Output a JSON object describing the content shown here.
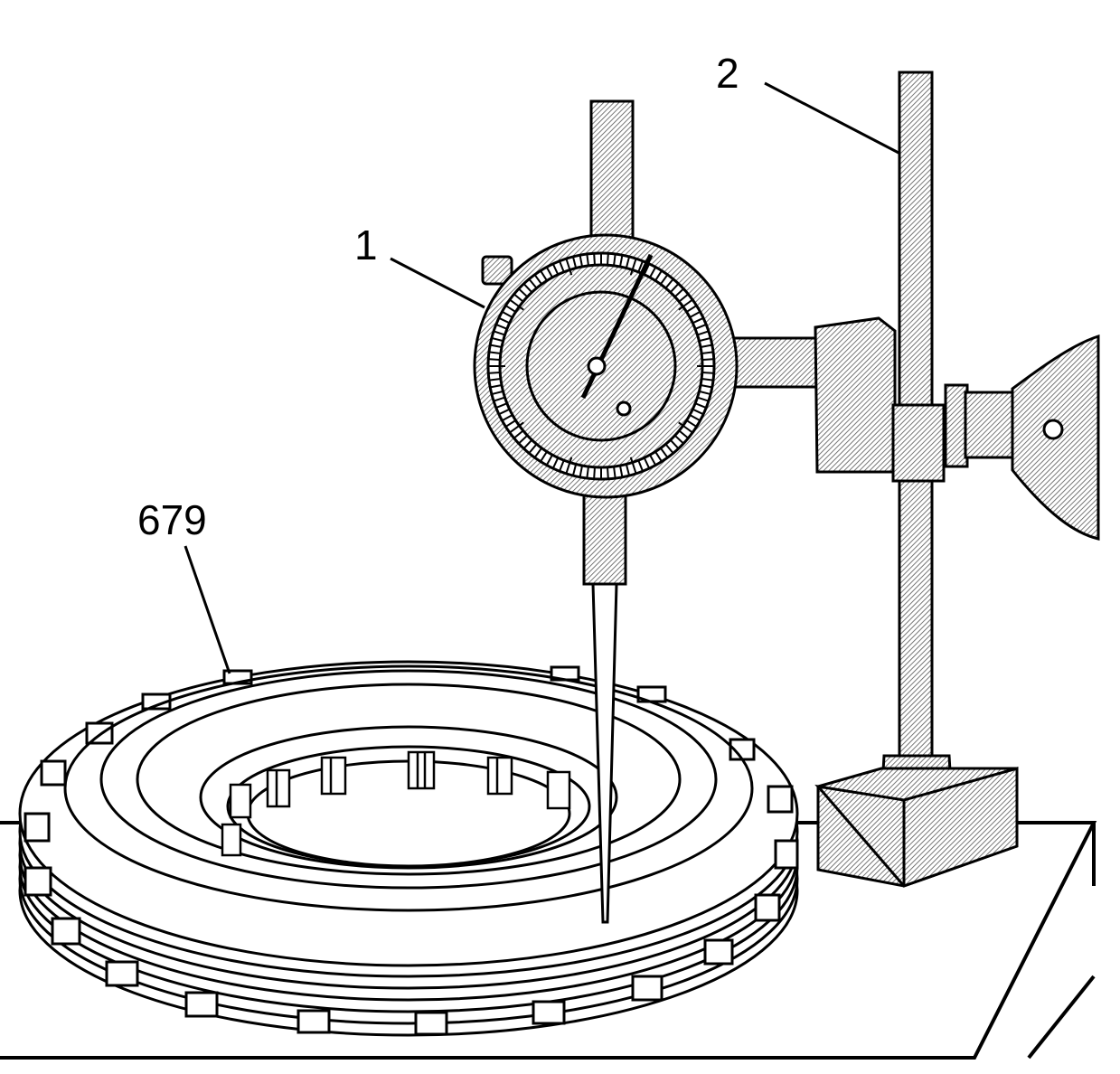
{
  "callouts": {
    "dial_indicator": "1",
    "magnetic_stand_post": "2",
    "clutch_pack": "679"
  },
  "colors": {
    "line": "#000000",
    "paper": "#ffffff",
    "hatch": "#bfbfbf"
  }
}
